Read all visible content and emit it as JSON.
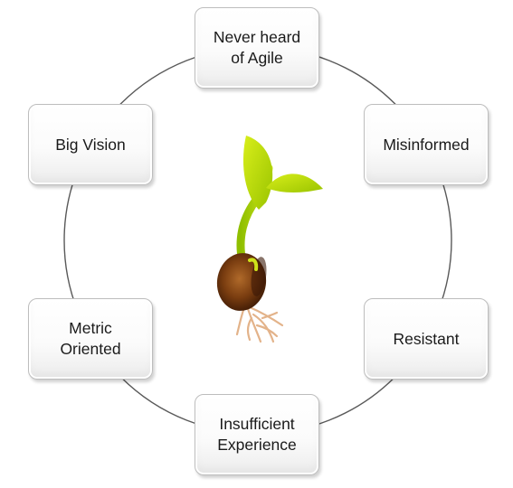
{
  "diagram": {
    "nodes": [
      {
        "label": "Never heard\nof Agile"
      },
      {
        "label": "Misinformed"
      },
      {
        "label": "Resistant"
      },
      {
        "label": "Insufficient\nExperience"
      },
      {
        "label": "Metric\nOriented"
      },
      {
        "label": "Big Vision"
      }
    ]
  },
  "colors": {
    "ring": "#595959",
    "leaf": "#b4d200",
    "stem": "#7fae00",
    "seed": "#7a3d10",
    "root": "#e8b990"
  },
  "icons": {
    "center": "sprouting-seed-icon"
  }
}
